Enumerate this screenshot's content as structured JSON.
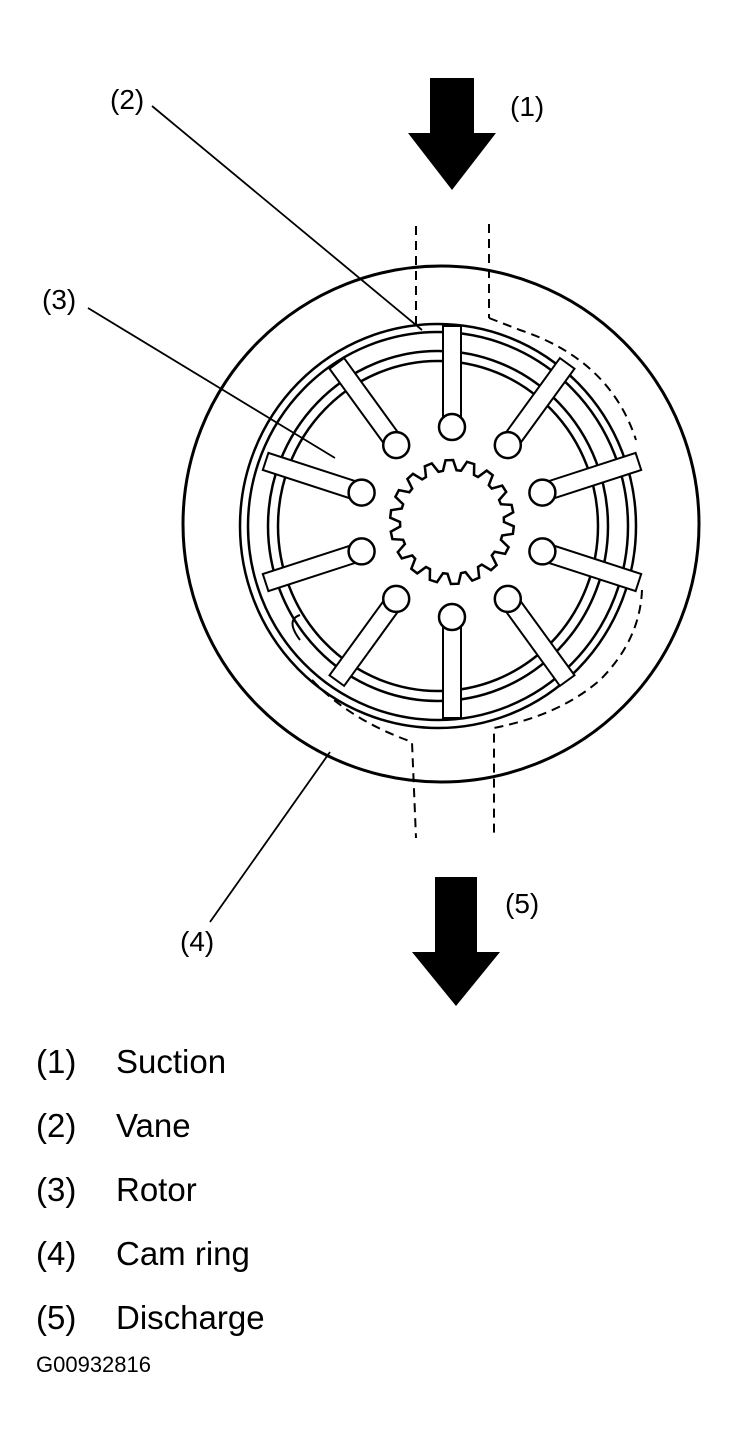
{
  "diagram": {
    "callouts": {
      "c1": "(1)",
      "c2": "(2)",
      "c3": "(3)",
      "c4": "(4)",
      "c5": "(5)"
    }
  },
  "legend": {
    "items": [
      {
        "num": "(1)",
        "label": "Suction"
      },
      {
        "num": "(2)",
        "label": "Vane"
      },
      {
        "num": "(3)",
        "label": "Rotor"
      },
      {
        "num": "(4)",
        "label": "Cam ring"
      },
      {
        "num": "(5)",
        "label": "Discharge"
      }
    ]
  },
  "figure_id": "G00932816"
}
